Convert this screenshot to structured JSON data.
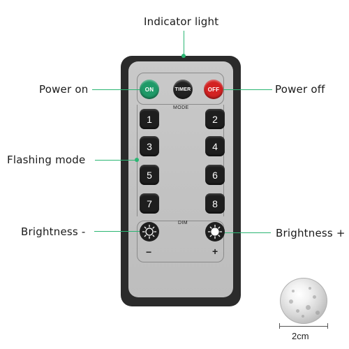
{
  "callouts": {
    "indicator": "Indicator light",
    "power_on": "Power on",
    "power_off": "Power off",
    "flashing": "Flashing mode",
    "bright_down": "Brightness -",
    "bright_up": "Brightness +"
  },
  "remote": {
    "on_label": "ON",
    "timer_label": "TIMER",
    "off_label": "OFF",
    "mode_label": "MODE",
    "dim_label": "DIM",
    "minus": "−",
    "plus": "+",
    "keys_left": [
      "1",
      "3",
      "5",
      "7"
    ],
    "keys_right": [
      "2",
      "4",
      "6",
      "8"
    ]
  },
  "scale": {
    "label": "2cm"
  },
  "colors": {
    "accent": "#2bb673",
    "on_button": "#1f9a68",
    "off_button": "#d32222",
    "key": "#1e1e1e"
  },
  "icons": {
    "brightness": "sun-icon"
  }
}
